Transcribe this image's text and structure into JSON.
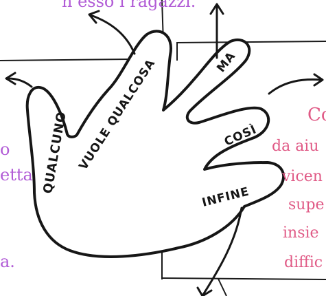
{
  "texts": {
    "top_fragment": "n esso i ragazzi.",
    "left_frag_1": "o",
    "left_frag_2": "etta",
    "left_frag_3": "a.",
    "right_frag_1": "Co",
    "right_frag_2": "da aiu",
    "right_frag_3": "vicen",
    "right_frag_4": "supe",
    "right_frag_5": "insie",
    "right_frag_6": "diffic"
  },
  "hand": {
    "thumb": "QUALCUNO",
    "index": "VUOLE QUALCOSA",
    "middle": "MA",
    "ring": "COSÌ",
    "pinky": "INFINE"
  },
  "colors": {
    "ink": "#161616",
    "purple": "#b15bd6",
    "pink": "#e05a86",
    "background": "#ffffff"
  }
}
